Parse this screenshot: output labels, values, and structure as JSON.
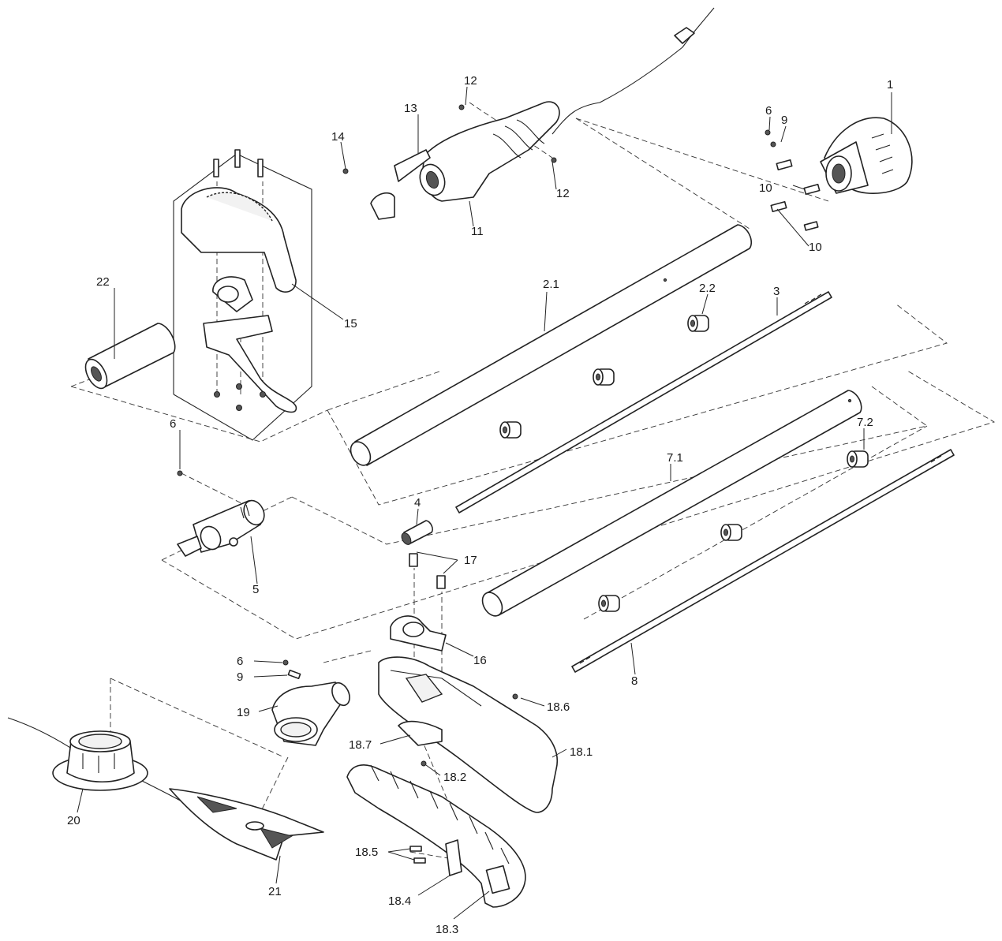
{
  "parts": [
    {
      "id": "p1",
      "label": "1"
    },
    {
      "id": "p2_1",
      "label": "2.1"
    },
    {
      "id": "p2_2",
      "label": "2.2"
    },
    {
      "id": "p3",
      "label": "3"
    },
    {
      "id": "p4",
      "label": "4"
    },
    {
      "id": "p5",
      "label": "5"
    },
    {
      "id": "p6a",
      "label": "6"
    },
    {
      "id": "p6b",
      "label": "6"
    },
    {
      "id": "p6c",
      "label": "6"
    },
    {
      "id": "p7_1",
      "label": "7.1"
    },
    {
      "id": "p7_2",
      "label": "7.2"
    },
    {
      "id": "p8",
      "label": "8"
    },
    {
      "id": "p9a",
      "label": "9"
    },
    {
      "id": "p9b",
      "label": "9"
    },
    {
      "id": "p10a",
      "label": "10"
    },
    {
      "id": "p10b",
      "label": "10"
    },
    {
      "id": "p11",
      "label": "11"
    },
    {
      "id": "p12a",
      "label": "12"
    },
    {
      "id": "p12b",
      "label": "12"
    },
    {
      "id": "p13",
      "label": "13"
    },
    {
      "id": "p14",
      "label": "14"
    },
    {
      "id": "p15",
      "label": "15"
    },
    {
      "id": "p16",
      "label": "16"
    },
    {
      "id": "p17",
      "label": "17"
    },
    {
      "id": "p18_1",
      "label": "18.1"
    },
    {
      "id": "p18_2",
      "label": "18.2"
    },
    {
      "id": "p18_3",
      "label": "18.3"
    },
    {
      "id": "p18_4",
      "label": "18.4"
    },
    {
      "id": "p18_5",
      "label": "18.5"
    },
    {
      "id": "p18_6",
      "label": "18.6"
    },
    {
      "id": "p18_7",
      "label": "18.7"
    },
    {
      "id": "p19",
      "label": "19"
    },
    {
      "id": "p20",
      "label": "20"
    },
    {
      "id": "p21",
      "label": "21"
    },
    {
      "id": "p22",
      "label": "22"
    }
  ]
}
